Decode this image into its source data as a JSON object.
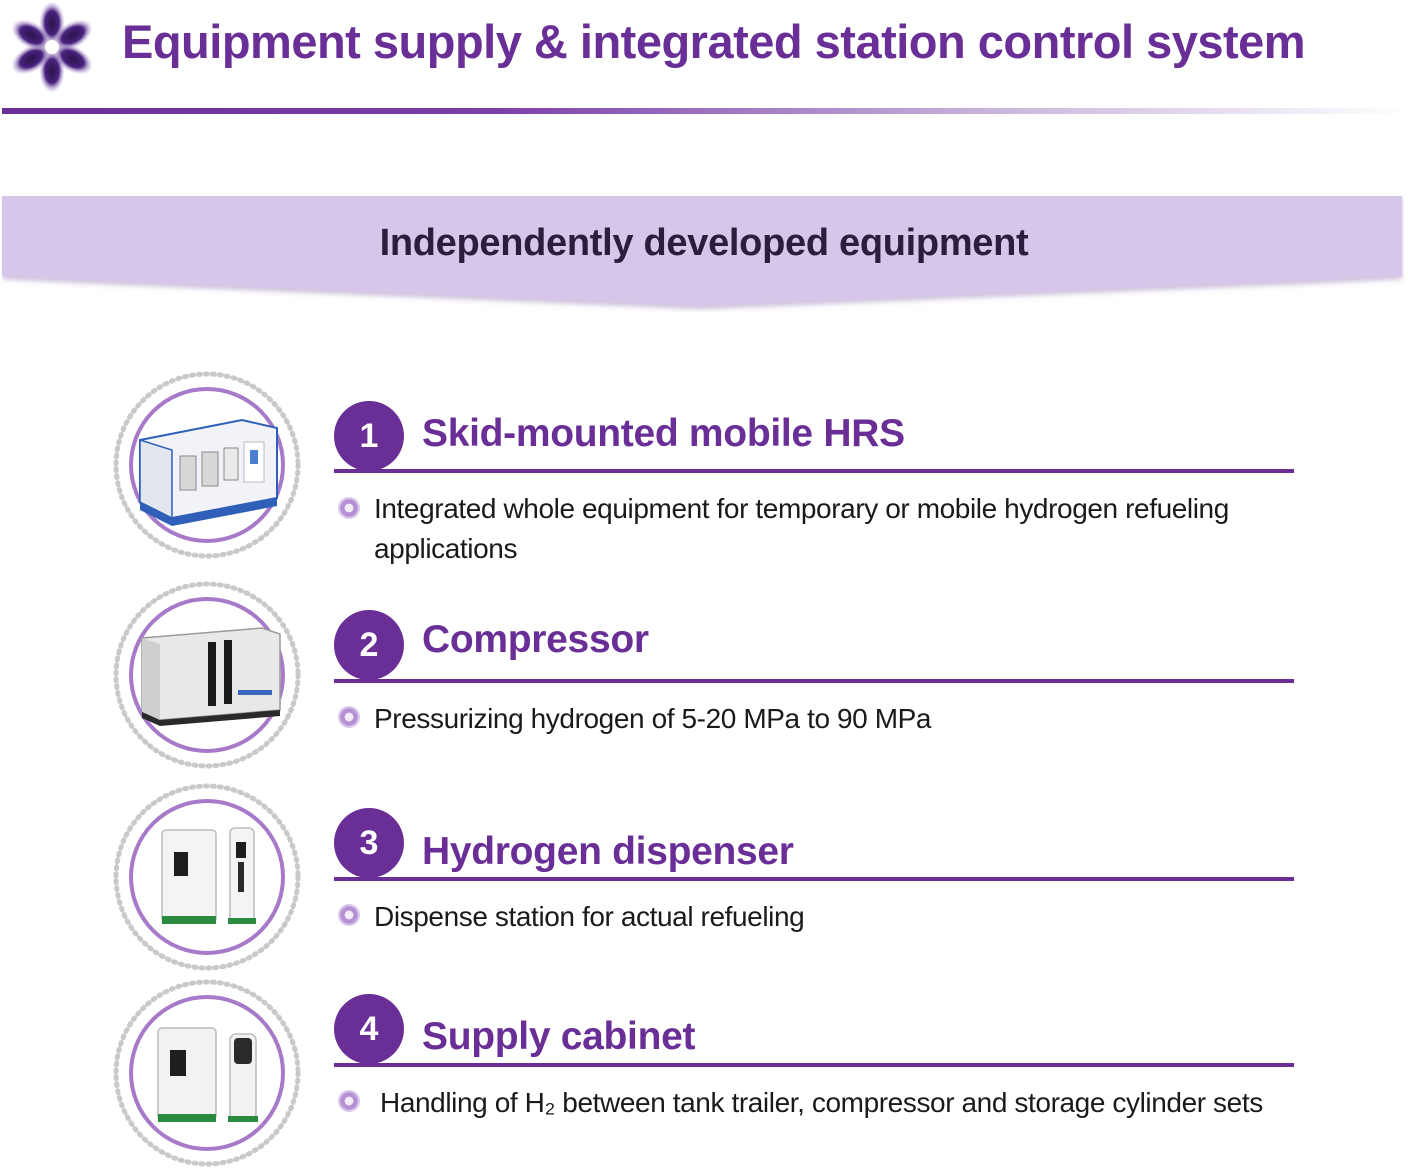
{
  "header": {
    "title": "Equipment supply & integrated station control system",
    "logo_icon": "flower-logo-icon"
  },
  "banner": {
    "title": "Independently developed equipment"
  },
  "colors": {
    "accent": "#6a2f96",
    "banner_fill": "#d6c6ea",
    "text": "#1a1a1a"
  },
  "items": [
    {
      "number": "1",
      "title": "Skid-mounted mobile HRS",
      "description": "Integrated whole equipment for temporary or mobile hydrogen refueling applications",
      "image_icon": "skid-mounted-hrs-icon"
    },
    {
      "number": "2",
      "title": "Compressor",
      "description": "Pressurizing hydrogen of 5-20 MPa to 90 MPa",
      "image_icon": "compressor-container-icon"
    },
    {
      "number": "3",
      "title": "Hydrogen dispenser",
      "description": "Dispense station for actual refueling",
      "image_icon": "hydrogen-dispenser-icon"
    },
    {
      "number": "4",
      "title": "Supply cabinet",
      "description": "Handling of H₂ between tank trailer, compressor and storage cylinder sets",
      "image_icon": "supply-cabinet-icon"
    }
  ]
}
